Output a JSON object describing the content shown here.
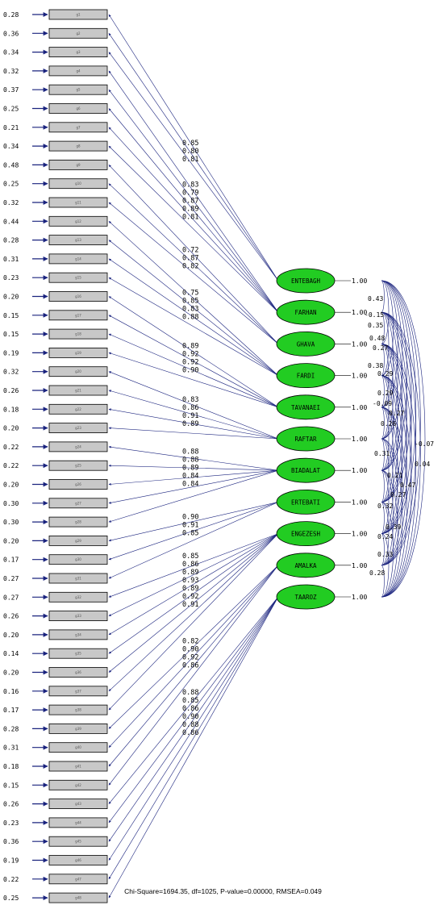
{
  "items": [
    {
      "label": "g1",
      "error": "0.28"
    },
    {
      "label": "g2",
      "error": "0.36"
    },
    {
      "label": "g3",
      "error": "0.34"
    },
    {
      "label": "g4",
      "error": "0.32"
    },
    {
      "label": "g5",
      "error": "0.37"
    },
    {
      "label": "g6",
      "error": "0.25"
    },
    {
      "label": "g7",
      "error": "0.21"
    },
    {
      "label": "g8",
      "error": "0.34"
    },
    {
      "label": "g9",
      "error": "0.48"
    },
    {
      "label": "g10",
      "error": "0.25"
    },
    {
      "label": "g11",
      "error": "0.32"
    },
    {
      "label": "g12",
      "error": "0.44"
    },
    {
      "label": "g13",
      "error": "0.28"
    },
    {
      "label": "g14",
      "error": "0.31"
    },
    {
      "label": "g15",
      "error": "0.23"
    },
    {
      "label": "g16",
      "error": "0.20"
    },
    {
      "label": "g17",
      "error": "0.15"
    },
    {
      "label": "g18",
      "error": "0.15"
    },
    {
      "label": "g19",
      "error": "0.19"
    },
    {
      "label": "g20",
      "error": "0.32"
    },
    {
      "label": "g21",
      "error": "0.26"
    },
    {
      "label": "g22",
      "error": "0.18"
    },
    {
      "label": "g23",
      "error": "0.20"
    },
    {
      "label": "g24",
      "error": "0.22"
    },
    {
      "label": "g25",
      "error": "0.22"
    },
    {
      "label": "g26",
      "error": "0.20"
    },
    {
      "label": "g27",
      "error": "0.30"
    },
    {
      "label": "g28",
      "error": "0.30"
    },
    {
      "label": "g29",
      "error": "0.20"
    },
    {
      "label": "g30",
      "error": "0.17"
    },
    {
      "label": "g31",
      "error": "0.27"
    },
    {
      "label": "g32",
      "error": "0.27"
    },
    {
      "label": "g33",
      "error": "0.26"
    },
    {
      "label": "g34",
      "error": "0.20"
    },
    {
      "label": "g35",
      "error": "0.14"
    },
    {
      "label": "g36",
      "error": "0.20"
    },
    {
      "label": "g37",
      "error": "0.16"
    },
    {
      "label": "g38",
      "error": "0.17"
    },
    {
      "label": "g39",
      "error": "0.28"
    },
    {
      "label": "g40",
      "error": "0.31"
    },
    {
      "label": "g41",
      "error": "0.18"
    },
    {
      "label": "g42",
      "error": "0.15"
    },
    {
      "label": "g43",
      "error": "0.26"
    },
    {
      "label": "g44",
      "error": "0.23"
    },
    {
      "label": "g45",
      "error": "0.36"
    },
    {
      "label": "g46",
      "error": "0.19"
    },
    {
      "label": "g47",
      "error": "0.22"
    },
    {
      "label": "g48",
      "error": "0.25"
    }
  ],
  "latents": [
    {
      "name": "ENTEBAGH",
      "variance": "1.00",
      "items": [
        0,
        1,
        2
      ],
      "loadings": [
        "0.85",
        "0.80",
        "0.81"
      ]
    },
    {
      "name": "FARHAN",
      "variance": "1.00",
      "items": [
        3,
        4,
        5,
        6,
        7
      ],
      "loadings": [
        "0.83",
        "0.79",
        "0.87",
        "0.89",
        "0.81"
      ]
    },
    {
      "name": "GHAVA",
      "variance": "1.00",
      "items": [
        8,
        9,
        10
      ],
      "loadings": [
        "0.72",
        "0.87",
        "0.82"
      ]
    },
    {
      "name": "FARDI",
      "variance": "1.00",
      "items": [
        11,
        12,
        13,
        14
      ],
      "loadings": [
        "0.75",
        "0.85",
        "0.83",
        "0.88"
      ]
    },
    {
      "name": "TAVANAEI",
      "variance": "1.00",
      "items": [
        15,
        16,
        17,
        18
      ],
      "loadings": [
        "0.89",
        "0.92",
        "0.92",
        "0.90"
      ]
    },
    {
      "name": "RAFTAR",
      "variance": "1.00",
      "items": [
        19,
        20,
        21,
        22
      ],
      "loadings": [
        "0.83",
        "0.86",
        "0.91",
        "0.89"
      ]
    },
    {
      "name": "BIADALAT",
      "variance": "1.00",
      "items": [
        23,
        24,
        25,
        26,
        27
      ],
      "loadings": [
        "0.88",
        "0.88",
        "0.89",
        "0.84",
        "0.84"
      ]
    },
    {
      "name": "ERTEBATI",
      "variance": "1.00",
      "items": [
        28,
        29,
        30
      ],
      "loadings": [
        "0.90",
        "0.91",
        "0.85"
      ]
    },
    {
      "name": "ENGEZESH",
      "variance": "1.00",
      "items": [
        31,
        32,
        33,
        34,
        35,
        36,
        37
      ],
      "loadings": [
        "0.85",
        "0.86",
        "0.89",
        "0.93",
        "0.89",
        "0.92",
        "0.91"
      ]
    },
    {
      "name": "AMALKA",
      "variance": "1.00",
      "items": [
        38,
        39,
        40,
        41
      ],
      "loadings": [
        "0.82",
        "0.90",
        "0.92",
        "0.86"
      ]
    },
    {
      "name": "TAAROZ",
      "variance": "1.00",
      "items": [
        42,
        43,
        44,
        45,
        46,
        47
      ],
      "loadings": [
        "0.88",
        "0.85",
        "0.86",
        "0.90",
        "0.88",
        "0.86"
      ]
    }
  ],
  "correlations": [
    {
      "value": "0.43"
    },
    {
      "value": "-0.15"
    },
    {
      "value": "0.35"
    },
    {
      "value": "0.48"
    },
    {
      "value": "0.27"
    },
    {
      "value": "0.38"
    },
    {
      "value": "0.29"
    },
    {
      "value": "0.29"
    },
    {
      "value": "-0.09"
    },
    {
      "value": "0.27"
    },
    {
      "value": "0.26"
    },
    {
      "value": "-0.07"
    },
    {
      "value": "0.31"
    },
    {
      "value": "0.04"
    },
    {
      "value": "0.21"
    },
    {
      "value": "0.47"
    },
    {
      "value": "0.27"
    },
    {
      "value": "0.32"
    },
    {
      "value": "0.39"
    },
    {
      "value": "0.24"
    },
    {
      "value": "0.33"
    },
    {
      "value": "0.28"
    }
  ],
  "fit_statistics": "Chi-Square=1694.35, df=1025, P-value=0.00000, RMSEA=0.049",
  "colors": {
    "latent_fill": "#22cc22",
    "item_fill": "#c8c8c8",
    "path": "#1a237e"
  }
}
